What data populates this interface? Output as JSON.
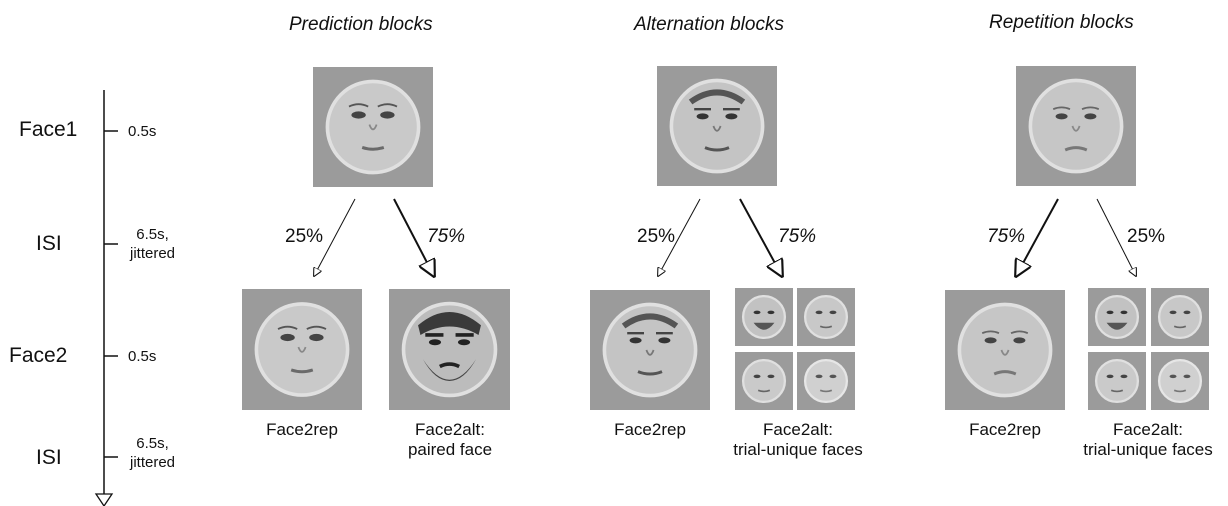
{
  "timeline": {
    "rows": [
      {
        "label": "Face1",
        "duration": "0.5s"
      },
      {
        "label": "ISI",
        "duration": "6.5s,\njittered"
      },
      {
        "label": "Face2",
        "duration": "0.5s"
      },
      {
        "label": "ISI",
        "duration": "6.5s,\njittered"
      }
    ]
  },
  "blocks": [
    {
      "title": "Prediction blocks",
      "left_pct": "25%",
      "right_pct": "75%",
      "left_caption": "Face2rep",
      "right_caption": "Face2alt:\npaired face"
    },
    {
      "title": "Alternation blocks",
      "left_pct": "25%",
      "right_pct": "75%",
      "left_caption": "Face2rep",
      "right_caption": "Face2alt:\ntrial-unique faces"
    },
    {
      "title": "Repetition blocks",
      "left_pct": "75%",
      "right_pct": "25%",
      "left_caption": "Face2rep",
      "right_caption": "Face2alt:\ntrial-unique faces"
    }
  ],
  "colors": {
    "stimulus_bg": "#9b9b9b",
    "face_skin": "#c9c9c9",
    "line": "#111111"
  }
}
